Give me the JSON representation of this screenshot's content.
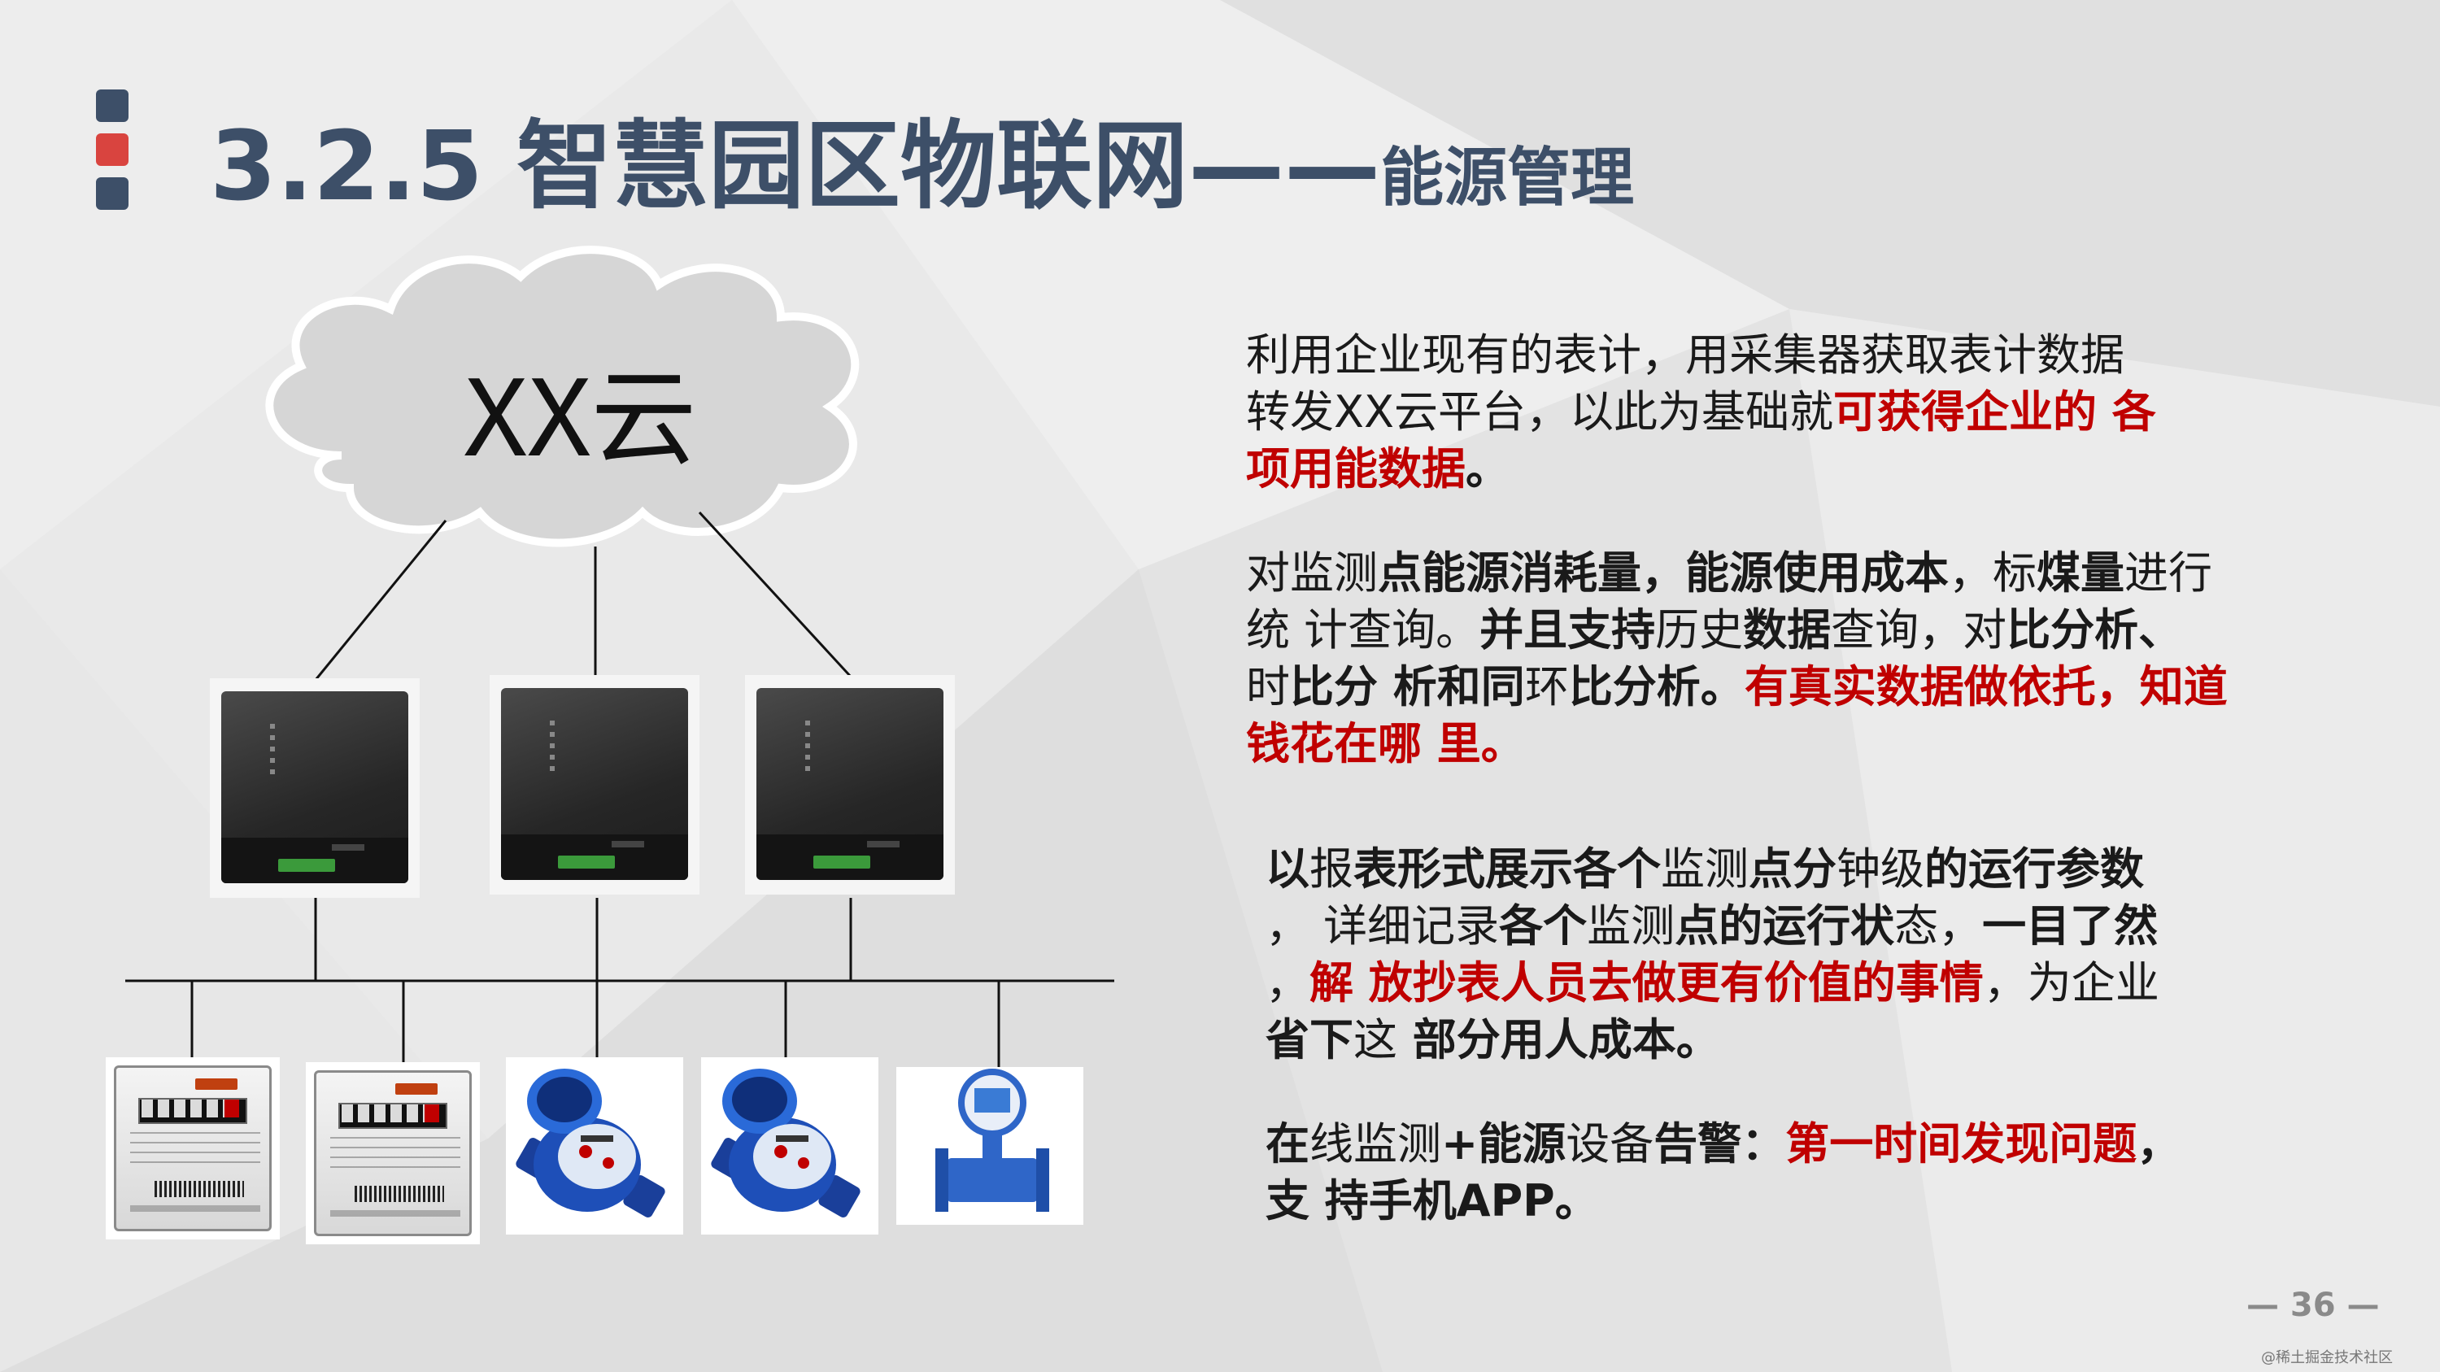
{
  "title": {
    "main": "3.2.5  智慧园区物联网",
    "dash": "——",
    "sub": "能源管理",
    "marker_colors": [
      "#3d4f68",
      "#d9443f",
      "#3d4f68"
    ]
  },
  "diagram": {
    "cloud_label": "XX云",
    "collector_icons": [
      "collector-icon",
      "collector-icon",
      "collector-icon"
    ],
    "meter_icons": [
      "electric-meter-icon",
      "electric-meter-icon",
      "water-meter-icon",
      "water-meter-icon",
      "flow-meter-icon"
    ]
  },
  "paragraphs": {
    "p1": {
      "l1": "利用企业现有的表计，用采集器获取表计数据",
      "l2a": "转发XX云平台，以此为基础就",
      "l2b": "可获得企业的 各",
      "l3a": "项用能数据",
      "l3b": "。"
    },
    "p2": {
      "l1a": "对监测",
      "l1b": "点能源消耗量，能源使用成本",
      "l1c": "，标",
      "l1d": "煤量",
      "l1e": "进行",
      "l2a": "统       计查询。",
      "l2b": "并且支持",
      "l2c": "历史",
      "l2d": "数据",
      "l2e": "查询，对",
      "l2f": "比分析、",
      "l3a": "时",
      "l3b": "比分   析和同",
      "l3c": "环",
      "l3d": "比分析。",
      "l3e": "有真实数据做依托，知道",
      "l4": "钱花在哪 里。"
    },
    "p3": {
      "l1a": "以",
      "l1b": "报",
      "l1c": "表形式展示各个",
      "l1d": "监测",
      "l1e": "点",
      "l1f": "分",
      "l1g": "钟级",
      "l1h": "的运行参数",
      "l2a": "，  详细记录",
      "l2b": "各个",
      "l2c": "监测",
      "l2d": "点的运行状",
      "l2e": "态，",
      "l2f": "一目了然",
      "l3a": "，",
      "l3b": "解 放抄表人员去做更有价值的事情",
      "l3c": "，为企",
      "l3d": "业",
      "l4a": "省下",
      "l4b": "这",
      "l4c": " 部分用人成本。"
    },
    "p4": {
      "l1a": "在",
      "l1b": "线监测",
      "l1c": "+能源",
      "l1d": "设备",
      "l1e": "告警：",
      "l1f": "第一时间发现问题",
      "l1g": "，",
      "l2": "支 持手机APP。"
    }
  },
  "page_number": "— 36 —",
  "watermark": "@稀土掘金技术社区",
  "colors": {
    "title": "#3d4f68",
    "highlight": "#c00000",
    "text": "#1a1a1a"
  }
}
